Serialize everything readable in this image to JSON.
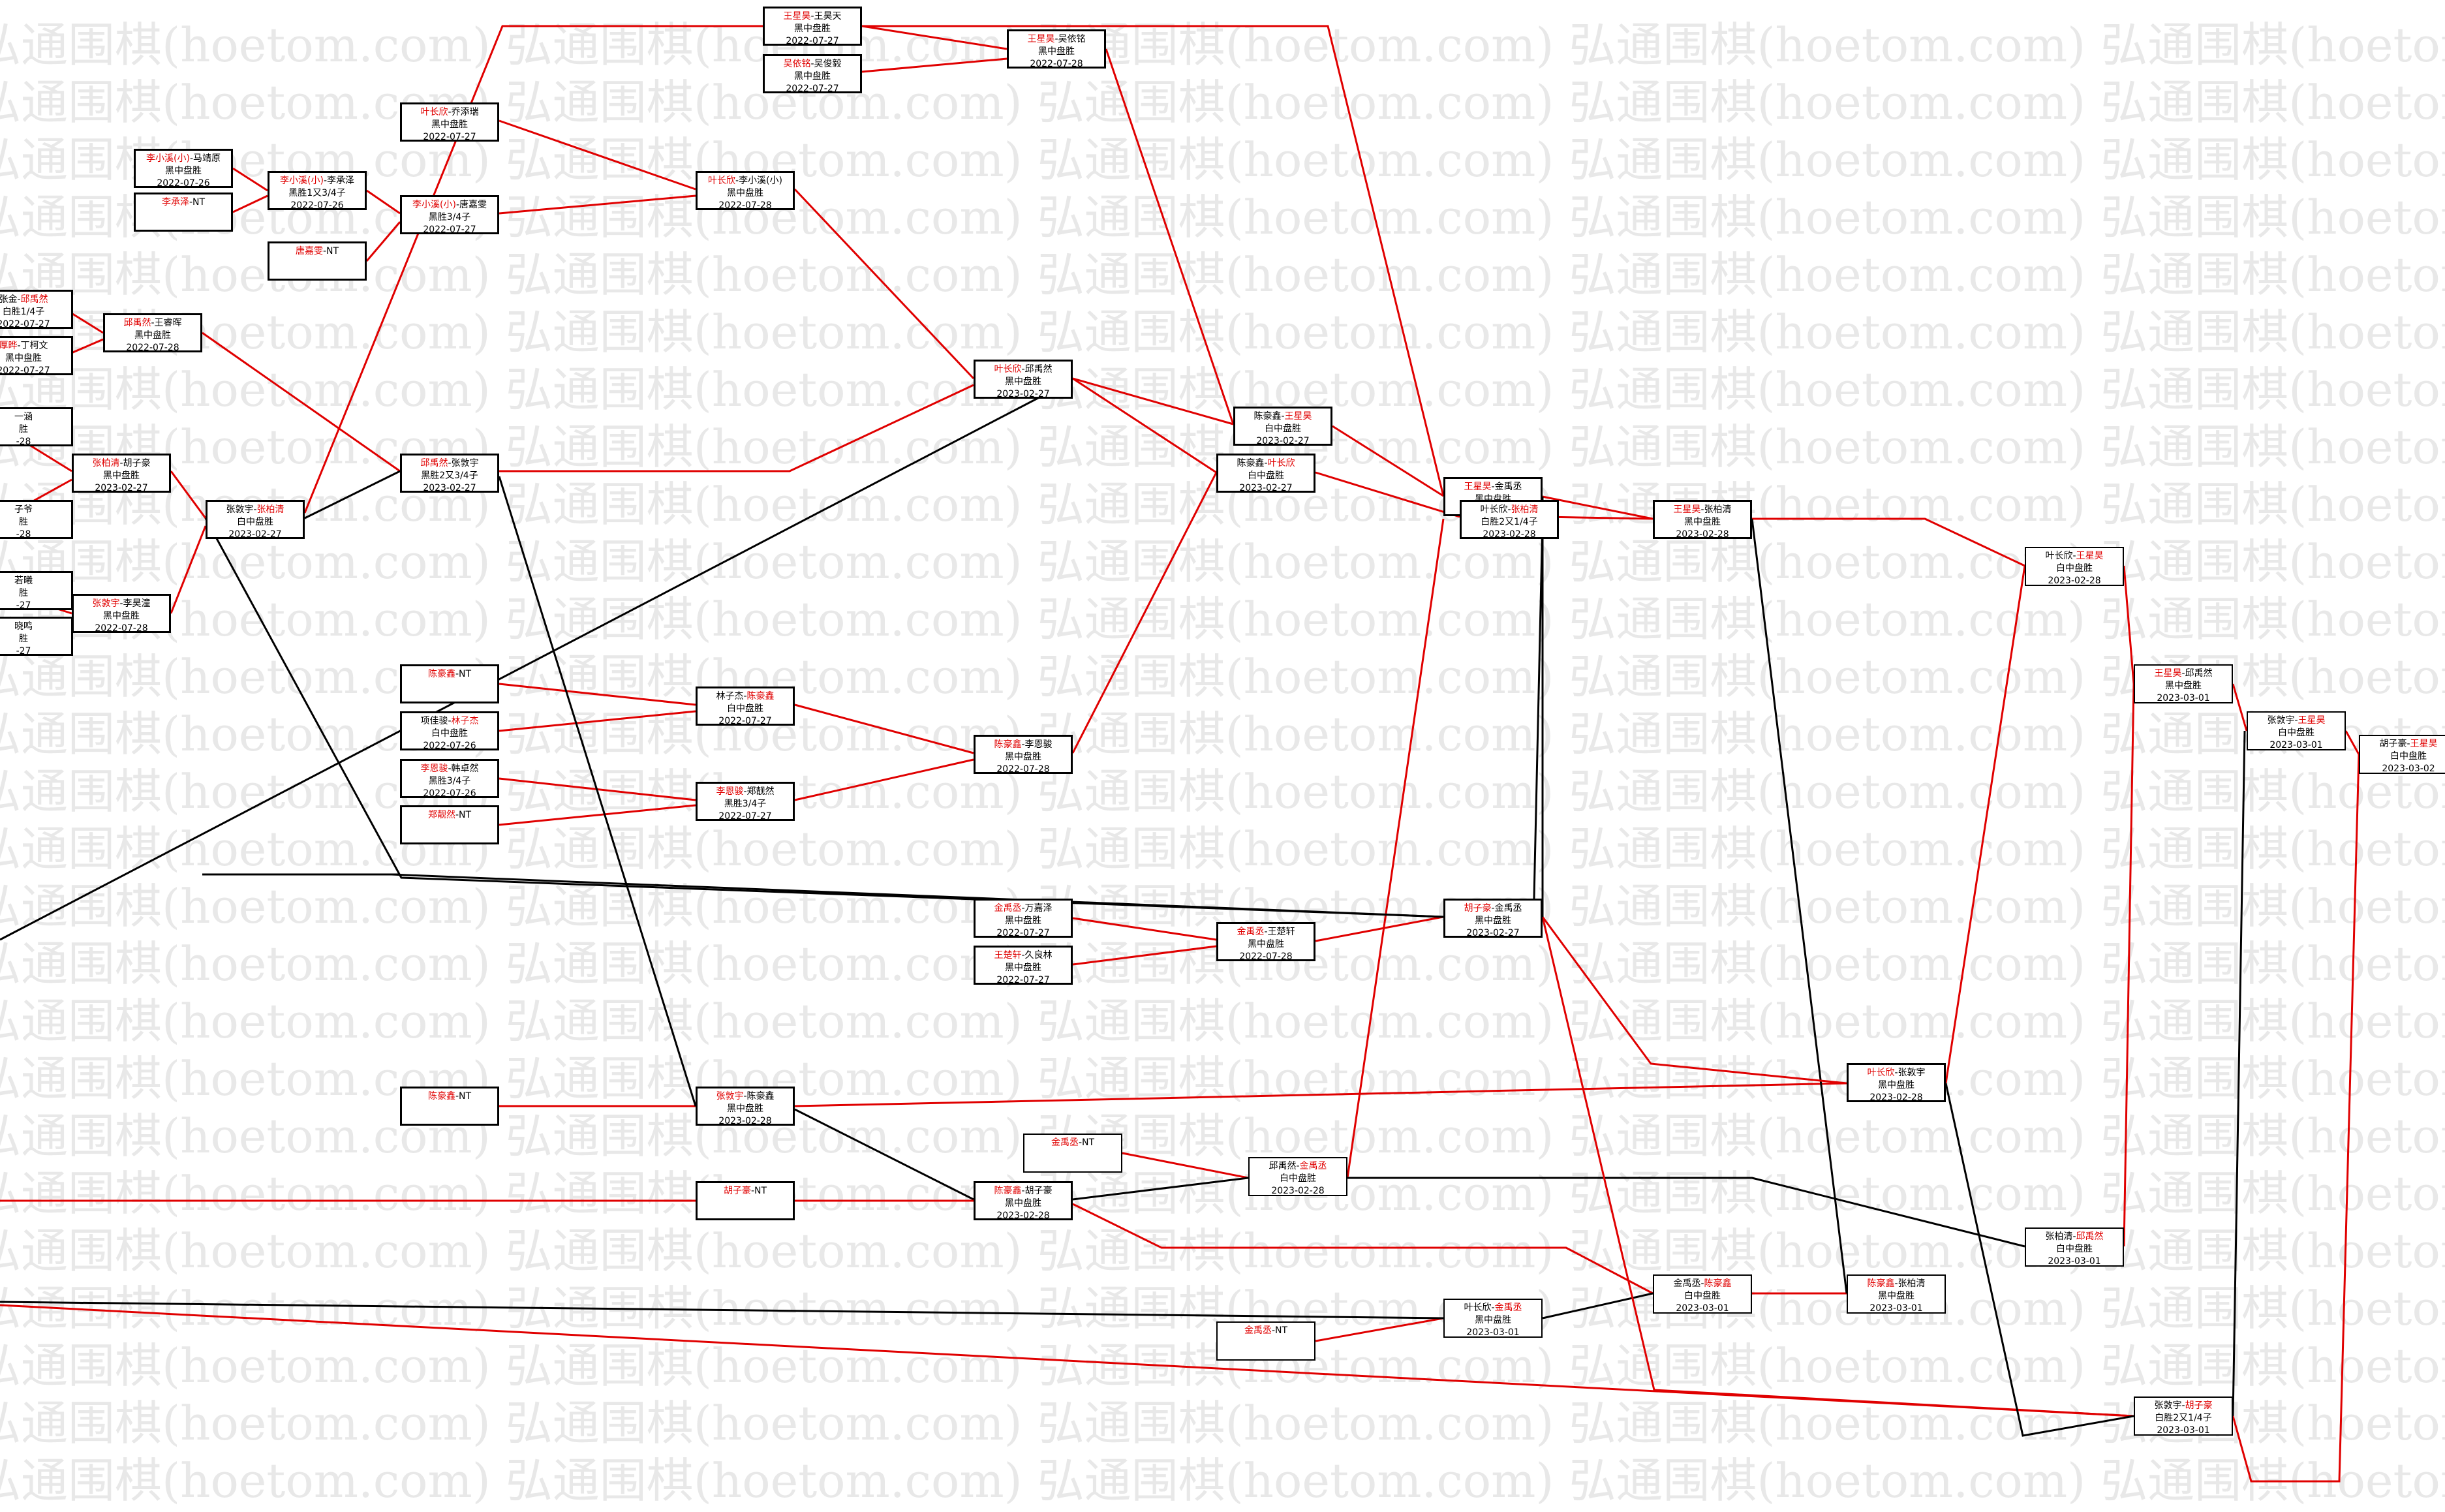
{
  "watermark": "弘通围棋(hoetom.com)",
  "colors": {
    "winner_text": "#e00000",
    "winner_path": "#e00000",
    "loser_path": "#000000",
    "watermark": "#e8e8e8"
  },
  "matches": [
    {
      "id": "m1",
      "p1": "王星昊",
      "p2": "王昊天",
      "winner": 1,
      "result": "黑中盘胜",
      "date": "2022-07-27"
    },
    {
      "id": "m2",
      "p1": "吴依铭",
      "p2": "吴俊毅",
      "winner": 1,
      "result": "黑中盘胜",
      "date": "2022-07-27"
    },
    {
      "id": "m3",
      "p1": "王星昊",
      "p2": "吴依铭",
      "winner": 1,
      "result": "黑中盘胜",
      "date": "2022-07-28"
    },
    {
      "id": "m4",
      "p1": "叶长欣",
      "p2": "乔添瑞",
      "winner": 1,
      "result": "黑中盘胜",
      "date": "2022-07-27"
    },
    {
      "id": "m5",
      "p1": "李小溪(小)",
      "p2": "马靖原",
      "winner": 1,
      "result": "黑中盘胜",
      "date": "2022-07-26"
    },
    {
      "id": "m6",
      "p1": "李承泽",
      "p2": "NT",
      "winner": 1,
      "result": "",
      "date": ""
    },
    {
      "id": "m7",
      "p1": "李小溪(小)",
      "p2": "李承泽",
      "winner": 1,
      "result": "黑胜1又3/4子",
      "date": "2022-07-26"
    },
    {
      "id": "m8",
      "p1": "李小溪(小)",
      "p2": "唐嘉雯",
      "winner": 1,
      "result": "黑胜3/4子",
      "date": "2022-07-27"
    },
    {
      "id": "m9",
      "p1": "唐嘉雯",
      "p2": "NT",
      "winner": 1,
      "result": "",
      "date": ""
    },
    {
      "id": "m10",
      "p1": "叶长欣",
      "p2": "李小溪(小)",
      "winner": 1,
      "result": "黑中盘胜",
      "date": "2022-07-28"
    },
    {
      "id": "m11",
      "p1": "张金",
      "p2": "邱禹然",
      "winner": 2,
      "result": "白胜1/4子",
      "date": "2022-07-27"
    },
    {
      "id": "m12",
      "p1": "厚晔",
      "p2": "丁柯文",
      "winner": 1,
      "result": "黑中盘胜",
      "date": "2022-07-27"
    },
    {
      "id": "m13",
      "p1": "邱禹然",
      "p2": "王睿晖",
      "winner": 1,
      "result": "黑中盘胜",
      "date": "2022-07-28"
    },
    {
      "id": "m14",
      "p1": "叶长欣",
      "p2": "邱禹然",
      "winner": 1,
      "result": "黑中盘胜",
      "date": "2023-02-27"
    },
    {
      "id": "m15",
      "p1": "",
      "p2": "一涵",
      "winner": 0,
      "result": "胜",
      "date": "-28"
    },
    {
      "id": "m16",
      "p1": "张柏清",
      "p2": "胡子豪",
      "winner": 1,
      "result": "黑中盘胜",
      "date": "2023-02-27"
    },
    {
      "id": "m17",
      "p1": "",
      "p2": "子爷",
      "winner": 0,
      "result": "胜",
      "date": "-28"
    },
    {
      "id": "m18",
      "p1": "张敦宇",
      "p2": "张柏清",
      "winner": 2,
      "result": "白中盘胜",
      "date": "2023-02-27"
    },
    {
      "id": "m19",
      "p1": "邱禹然",
      "p2": "张敦宇",
      "winner": 1,
      "result": "黑胜2又3/4子",
      "date": "2023-02-27"
    },
    {
      "id": "m20",
      "p1": "",
      "p2": "若曦",
      "winner": 0,
      "result": "胜",
      "date": "-27"
    },
    {
      "id": "m21",
      "p1": "",
      "p2": "晓鸣",
      "winner": 0,
      "result": "胜",
      "date": "-27"
    },
    {
      "id": "m22",
      "p1": "张敦宇",
      "p2": "李昊潼",
      "winner": 1,
      "result": "黑中盘胜",
      "date": "2022-07-28"
    },
    {
      "id": "m23",
      "p1": "王星昊",
      "p2": "吴依铭",
      "winner": 1,
      "result": "黑中盘胜",
      "date": "2022-07-28"
    },
    {
      "id": "m24",
      "p1": "陈豪鑫",
      "p2": "王星昊",
      "winner": 2,
      "result": "白中盘胜",
      "date": "2023-02-27"
    },
    {
      "id": "m25",
      "p1": "陈豪鑫",
      "p2": "叶长欣",
      "winner": 2,
      "result": "白中盘胜",
      "date": "2023-02-27"
    },
    {
      "id": "m26",
      "p1": "陈豪鑫",
      "p2": "NT",
      "winner": 1,
      "result": "",
      "date": ""
    },
    {
      "id": "m27",
      "p1": "项佳骏",
      "p2": "林子杰",
      "winner": 2,
      "result": "白中盘胜",
      "date": "2022-07-26"
    },
    {
      "id": "m28",
      "p1": "林子杰",
      "p2": "陈豪鑫",
      "winner": 2,
      "result": "白中盘胜",
      "date": "2022-07-27"
    },
    {
      "id": "m29",
      "p1": "李恩骏",
      "p2": "韩卓然",
      "winner": 1,
      "result": "黑胜3/4子",
      "date": "2022-07-26"
    },
    {
      "id": "m30",
      "p1": "郑靓然",
      "p2": "NT",
      "winner": 1,
      "result": "",
      "date": ""
    },
    {
      "id": "m31",
      "p1": "李恩骏",
      "p2": "郑靓然",
      "winner": 1,
      "result": "黑胜3/4子",
      "date": "2022-07-27"
    },
    {
      "id": "m32",
      "p1": "陈豪鑫",
      "p2": "李恩骏",
      "winner": 1,
      "result": "黑中盘胜",
      "date": "2022-07-28"
    },
    {
      "id": "m33",
      "p1": "王星昊",
      "p2": "金禹丞",
      "winner": 1,
      "result": "黑中盘胜",
      "date": "2023-02-28"
    },
    {
      "id": "m34",
      "p1": "叶长欣",
      "p2": "张柏清",
      "winner": 2,
      "result": "白胜2又1/4子",
      "date": "2023-02-28"
    },
    {
      "id": "m35",
      "p1": "王星昊",
      "p2": "张柏清",
      "winner": 1,
      "result": "黑中盘胜",
      "date": "2023-02-28"
    },
    {
      "id": "m36",
      "p1": "叶长欣",
      "p2": "王星昊",
      "winner": 2,
      "result": "白中盘胜",
      "date": "2023-02-28"
    },
    {
      "id": "m37",
      "p1": "王星昊",
      "p2": "邱禹然",
      "winner": 1,
      "result": "黑中盘胜",
      "date": "2023-03-01"
    },
    {
      "id": "m38",
      "p1": "张敦宇",
      "p2": "王星昊",
      "winner": 2,
      "result": "白中盘胜",
      "date": "2023-03-01"
    },
    {
      "id": "m39",
      "p1": "胡子豪",
      "p2": "王星昊",
      "winner": 2,
      "result": "白中盘胜",
      "date": "2023-03-02"
    },
    {
      "id": "m40",
      "p1": "金禹丞",
      "p2": "万嘉泽",
      "winner": 1,
      "result": "黑中盘胜",
      "date": "2022-07-27"
    },
    {
      "id": "m41",
      "p1": "王楚轩",
      "p2": "久良林",
      "winner": 1,
      "result": "黑中盘胜",
      "date": "2022-07-27"
    },
    {
      "id": "m42",
      "p1": "金禹丞",
      "p2": "王楚轩",
      "winner": 1,
      "result": "黑中盘胜",
      "date": "2022-07-28"
    },
    {
      "id": "m43",
      "p1": "胡子豪",
      "p2": "金禹丞",
      "winner": 1,
      "result": "黑中盘胜",
      "date": "2023-02-27"
    },
    {
      "id": "m44",
      "p1": "陈豪鑫",
      "p2": "NT",
      "winner": 1,
      "result": "",
      "date": ""
    },
    {
      "id": "m45",
      "p1": "张敦宇",
      "p2": "陈豪鑫",
      "winner": 1,
      "result": "黑中盘胜",
      "date": "2023-02-28"
    },
    {
      "id": "m46",
      "p1": "叶长欣",
      "p2": "张敦宇",
      "winner": 1,
      "result": "黑中盘胜",
      "date": "2023-02-28"
    },
    {
      "id": "m47",
      "p1": "金禹丞",
      "p2": "NT",
      "winner": 1,
      "result": "",
      "date": ""
    },
    {
      "id": "m48",
      "p1": "胡子豪",
      "p2": "NT",
      "winner": 1,
      "result": "",
      "date": ""
    },
    {
      "id": "m49",
      "p1": "陈豪鑫",
      "p2": "胡子豪",
      "winner": 1,
      "result": "黑中盘胜",
      "date": "2023-02-28"
    },
    {
      "id": "m50",
      "p1": "邱禹然",
      "p2": "金禹丞",
      "winner": 2,
      "result": "白中盘胜",
      "date": "2023-02-28"
    },
    {
      "id": "m51",
      "p1": "张柏清",
      "p2": "邱禹然",
      "winner": 2,
      "result": "白中盘胜",
      "date": "2023-03-01"
    },
    {
      "id": "m52",
      "p1": "金禹丞",
      "p2": "陈豪鑫",
      "winner": 2,
      "result": "白中盘胜",
      "date": "2023-03-01"
    },
    {
      "id": "m53",
      "p1": "陈豪鑫",
      "p2": "张柏清",
      "winner": 1,
      "result": "黑中盘胜",
      "date": "2023-03-01"
    },
    {
      "id": "m54",
      "p1": "叶长欣",
      "p2": "金禹丞",
      "winner": 2,
      "result": "黑中盘胜",
      "date": "2023-03-01"
    },
    {
      "id": "m55",
      "p1": "金禹丞",
      "p2": "NT",
      "winner": 1,
      "result": "",
      "date": ""
    },
    {
      "id": "m56",
      "p1": "张敦宇",
      "p2": "胡子豪",
      "winner": 2,
      "result": "白胜2又1/4子",
      "date": "2023-03-01"
    }
  ]
}
